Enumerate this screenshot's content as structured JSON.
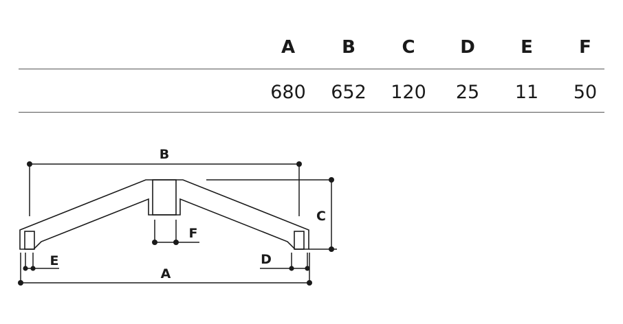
{
  "table": {
    "headers": [
      "A",
      "B",
      "C",
      "D",
      "E",
      "F"
    ],
    "values": [
      "680",
      "652",
      "120",
      "25",
      "11",
      "50"
    ]
  },
  "diagram": {
    "labels": {
      "A": "A",
      "B": "B",
      "C": "C",
      "D": "D",
      "E": "E",
      "F": "F"
    }
  }
}
